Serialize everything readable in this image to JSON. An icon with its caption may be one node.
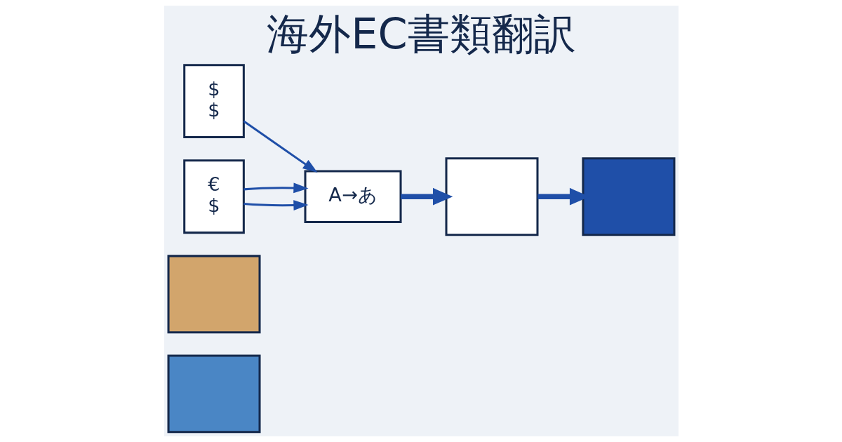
{
  "diagram": {
    "title": "海外EC書類翻訳",
    "nodes": [
      {
        "text": [],
        "shape": "box"
      },
      {
        "text": [],
        "shape": "box"
      },
      {
        "text": [
          "$",
          "$"
        ]
      },
      {
        "text": [
          "€",
          "$"
        ]
      },
      {
        "text": [
          "A→あ"
        ]
      },
      {
        "text": [],
        "shape": "box"
      },
      {
        "text": [],
        "shape": "box"
      }
    ],
    "edges": [
      {
        "from": 2,
        "to": 4,
        "arrow": "to"
      },
      {
        "from": 3,
        "to": 4,
        "arrow": "to"
      },
      {
        "from": 3,
        "to": 4,
        "arrow": "to"
      },
      {
        "from": 4,
        "to": 5,
        "arrow": "to",
        "style": "thick"
      },
      {
        "from": 5,
        "to": 6,
        "arrow": "to",
        "style": "thick"
      }
    ]
  }
}
